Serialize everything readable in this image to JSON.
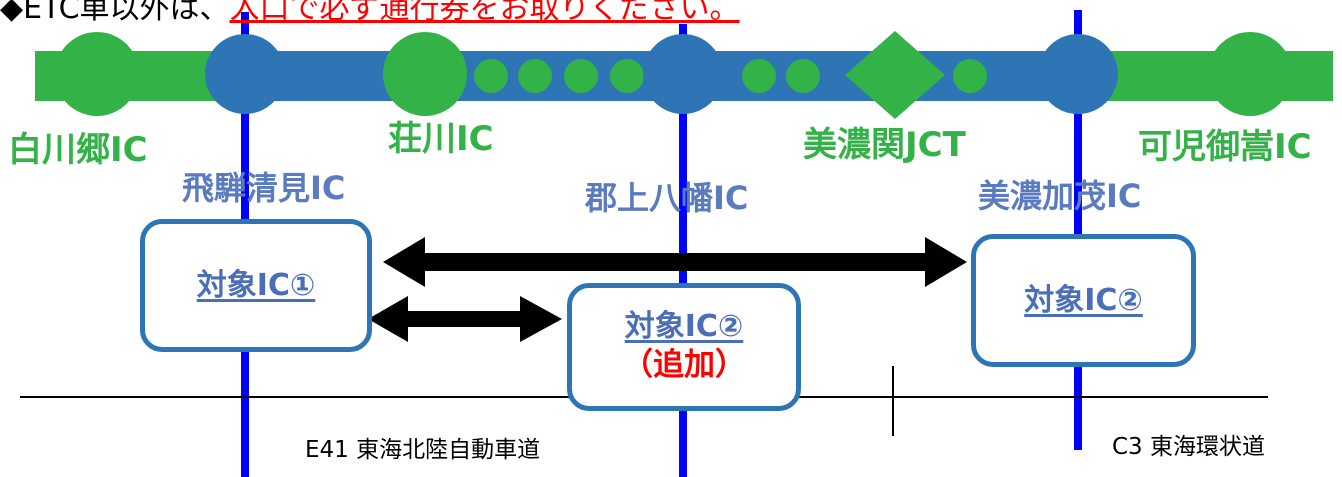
{
  "notice": {
    "prefix": "◆ETC車以外は、",
    "highlight": "入口で必ず通行券をお取りください。"
  },
  "interchanges": {
    "shirakawago": "白川郷IC",
    "hida_kiyomi": "飛騨清見IC",
    "shokawa": "荘川IC",
    "gujo_hachiman": "郡上八幡IC",
    "minoseki_jct": "美濃関JCT",
    "mino_kamo": "美濃加茂IC",
    "kani_mitake": "可児御嵩IC"
  },
  "boxes": {
    "target1": "対象IC①",
    "target2_added": {
      "label": "対象IC②",
      "note": "（追加）"
    },
    "target2": "対象IC②"
  },
  "roads": {
    "e41": "E41 東海北陸自動車道",
    "c3": "C3 東海環状道"
  },
  "colors": {
    "route_green": "#33b247",
    "route_blue": "#2e75b6",
    "ic_line": "#0000ff",
    "box_border": "#2e75b6",
    "added_red": "#ff0000"
  }
}
